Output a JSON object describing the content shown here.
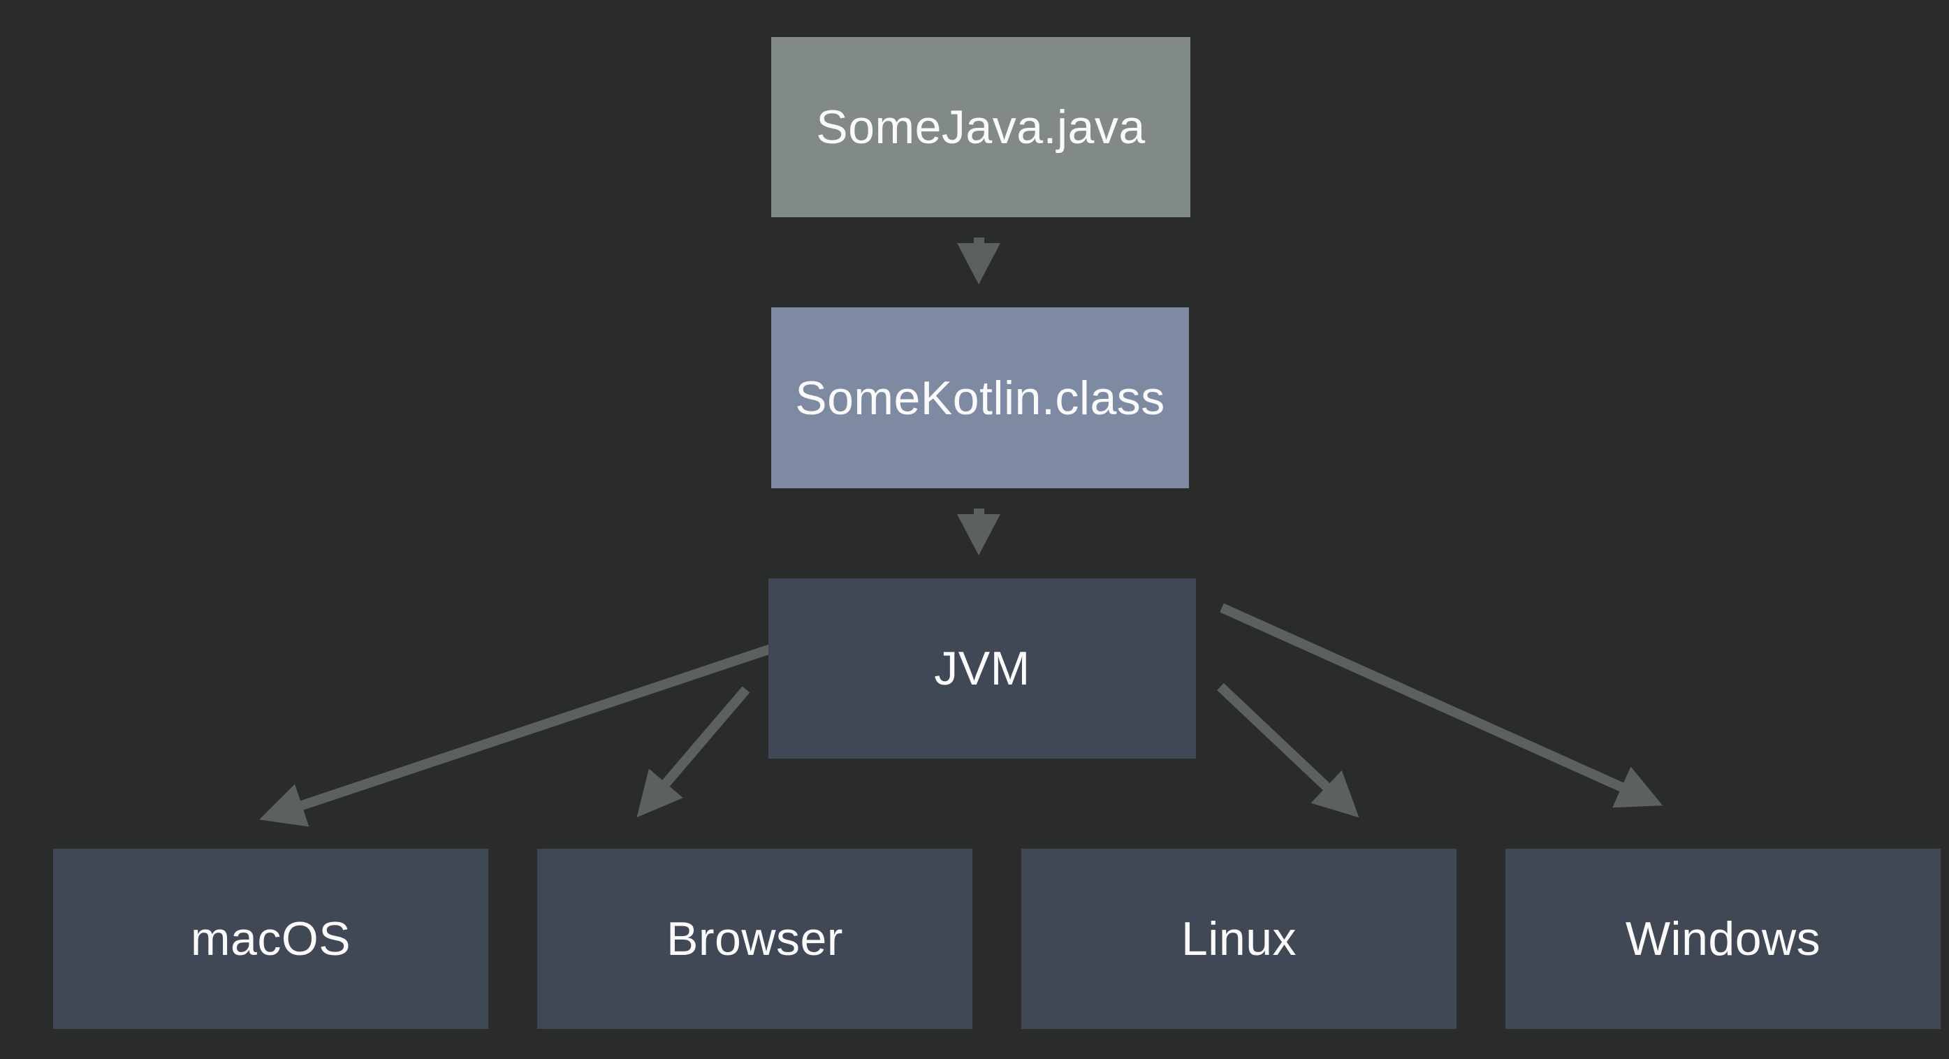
{
  "colors": {
    "background": "#2a2b2b",
    "source_box": "#828a85",
    "class_box": "#7d8aa1",
    "platform_box": "#414855",
    "arrow": "#5d615d",
    "label": "#fafafa"
  },
  "nodes": {
    "java": {
      "label": "SomeJava.java"
    },
    "kotlin": {
      "label": "SomeKotlin.class"
    },
    "jvm": {
      "label": "JVM"
    },
    "targets": [
      {
        "id": "macos",
        "label": "macOS"
      },
      {
        "id": "browser",
        "label": "Browser"
      },
      {
        "id": "linux",
        "label": "Linux"
      },
      {
        "id": "windows",
        "label": "Windows"
      }
    ]
  },
  "edges": [
    {
      "from": "SomeJava.java",
      "to": "SomeKotlin.class"
    },
    {
      "from": "SomeKotlin.class",
      "to": "JVM"
    },
    {
      "from": "JVM",
      "to": "macOS"
    },
    {
      "from": "JVM",
      "to": "Browser"
    },
    {
      "from": "JVM",
      "to": "Linux"
    },
    {
      "from": "JVM",
      "to": "Windows"
    }
  ]
}
